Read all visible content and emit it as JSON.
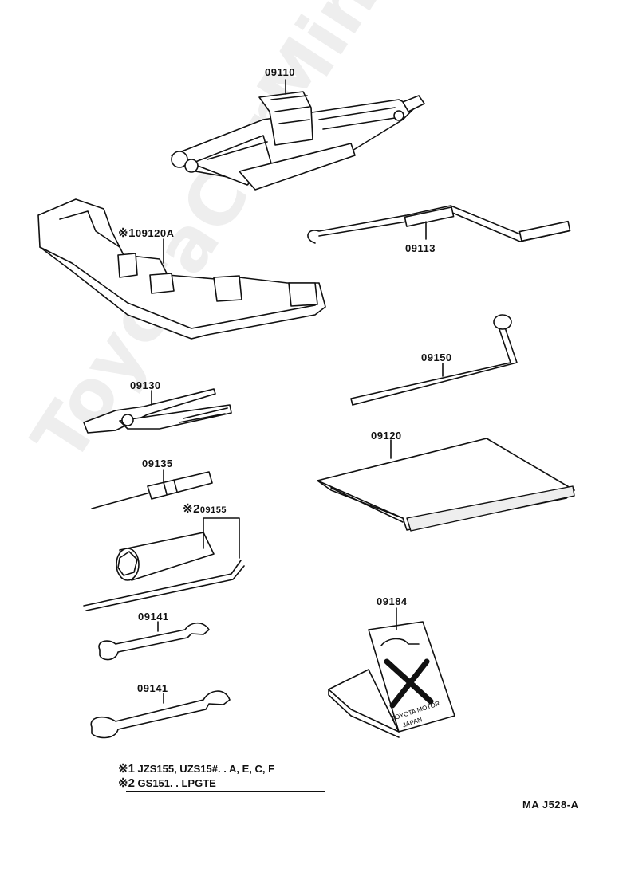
{
  "watermark": "ToyotaCarMine.ru",
  "parts": [
    {
      "id": "jack",
      "number": "09110"
    },
    {
      "id": "jack-tray",
      "mark": "※1",
      "number": "09120A"
    },
    {
      "id": "jack-handle",
      "number": "09113"
    },
    {
      "id": "wheel-nut-wrench",
      "number": "09150"
    },
    {
      "id": "pliers",
      "number": "09130"
    },
    {
      "id": "tool-bag",
      "number": "09120"
    },
    {
      "id": "screwdriver",
      "number": "09135"
    },
    {
      "id": "plug-wrench",
      "mark": "※2",
      "number": "09155"
    },
    {
      "id": "wrench-small",
      "number": "09141"
    },
    {
      "id": "wheel-chock",
      "number": "09184"
    },
    {
      "id": "wrench-large",
      "number": "09141"
    }
  ],
  "chock_text": {
    "line1": "TOYOTA MOTOR",
    "line2": "JAPAN"
  },
  "legend": [
    {
      "mark": "※1",
      "text": "JZS155, UZS15#. . A, E, C, F"
    },
    {
      "mark": "※2",
      "text": "GS151. . LPGTE"
    }
  ],
  "diagram_code": "MA  J528-A"
}
